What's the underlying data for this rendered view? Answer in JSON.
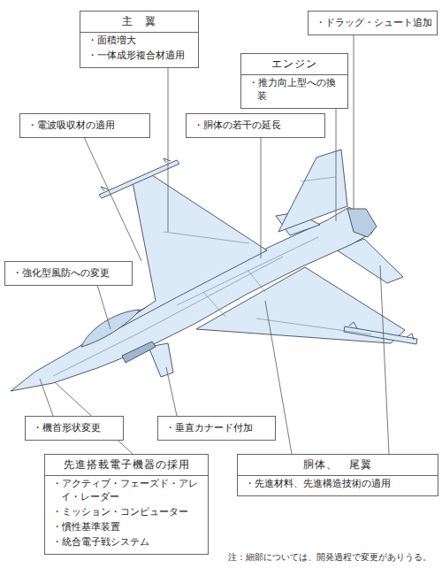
{
  "diagram": {
    "nodes": [
      {
        "text": [
          "主　翼",
          "・面積増大",
          "・一体成形複合材適用"
        ]
      },
      {
        "text": [
          "・ドラッグ・シュート追加"
        ]
      },
      {
        "text": [
          "エンジン",
          "・推力向上型への換装"
        ]
      },
      {
        "text": [
          "・電波吸収材の適用"
        ]
      },
      {
        "text": [
          "・胴体の若干の延長"
        ]
      },
      {
        "text": [
          "・強化型風防への変更"
        ]
      },
      {
        "text": [
          "・機首形状変更"
        ]
      },
      {
        "text": [
          "・垂直カナード付加"
        ]
      },
      {
        "text": [
          "先進搭載電子機器の採用",
          "・アクティブ・フェーズド・アレイ・レーダー",
          "・ミッション・コンピューター",
          "・慣性基準装置",
          "・統合電子戦システム"
        ]
      },
      {
        "text": [
          "胴体、　尾翼",
          "・先進材料、先進構造技術の適用"
        ]
      }
    ],
    "labels": [
      "注：細部については、開発過程で変更がありうる。"
    ]
  }
}
